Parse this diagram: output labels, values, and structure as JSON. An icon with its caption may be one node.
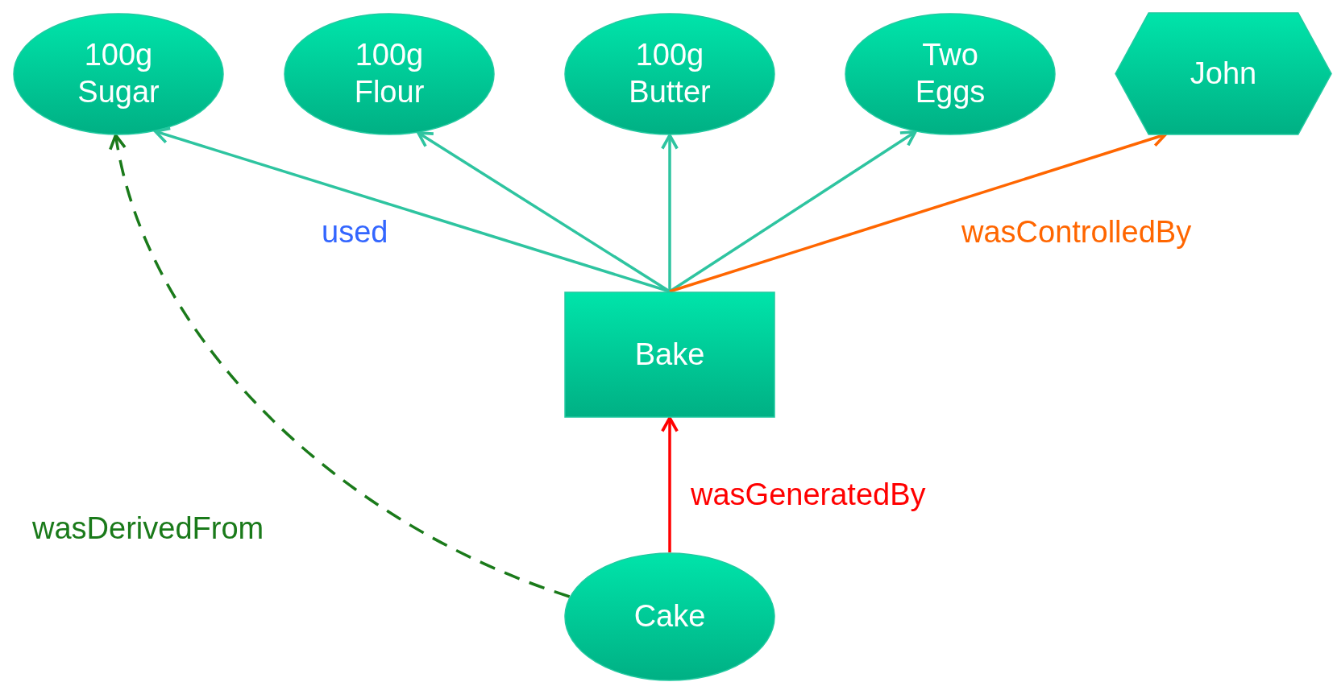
{
  "diagram": {
    "nodes": [
      {
        "text": [
          "100g Sugar"
        ]
      },
      {
        "text": [
          "100g Flour"
        ]
      },
      {
        "text": [
          "100g Butter"
        ]
      },
      {
        "text": [
          "Two Eggs"
        ]
      },
      {
        "text": [
          "John"
        ]
      },
      {
        "text": [
          "Bake"
        ]
      },
      {
        "text": [
          "Cake"
        ]
      }
    ],
    "edges": [
      {
        "from": 5,
        "to": 0,
        "arrow": "to"
      },
      {
        "from": 5,
        "to": 1,
        "arrow": "to"
      },
      {
        "from": 5,
        "to": 2,
        "arrow": "to"
      },
      {
        "from": 5,
        "to": 3,
        "arrow": "to"
      },
      {
        "from": 5,
        "to": 4,
        "arrow": "to",
        "label": "wasControlledBy",
        "color": "#ff6600"
      },
      {
        "from": 6,
        "to": 5,
        "arrow": "to",
        "label": "wasGeneratedBy",
        "color": "#ff0000"
      },
      {
        "from": 6,
        "to": 0,
        "arrow": "to",
        "label": "wasDerivedFrom",
        "color": "#1a7a1a",
        "style": "dashed"
      }
    ],
    "labels": [
      "used"
    ]
  }
}
